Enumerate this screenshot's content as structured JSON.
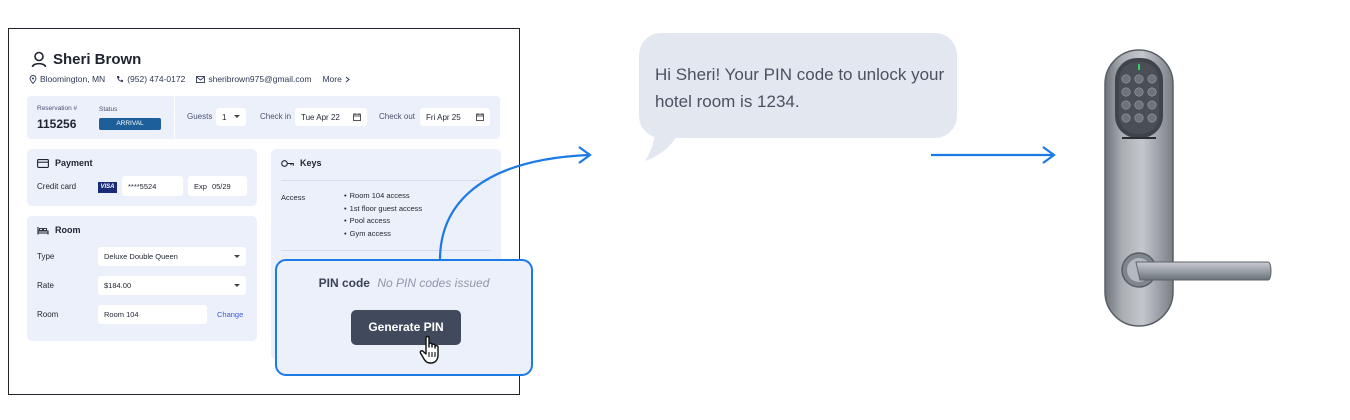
{
  "guest": {
    "name": "Sheri Brown",
    "location": "Bloomington, MN",
    "phone": "(952) 474-0172",
    "email": "sheribrown975@gmail.com",
    "more": "More"
  },
  "reservation": {
    "number_label": "Reservation #",
    "number": "115256",
    "status_label": "Status",
    "status": "ARRIVAL",
    "status_color": "#1d5f99",
    "guests_label": "Guests",
    "guests": "1",
    "checkin_label": "Check in",
    "checkin": "Tue Apr 22",
    "checkout_label": "Check out",
    "checkout": "Fri Apr 25"
  },
  "payment": {
    "title": "Payment",
    "credit_card_label": "Credit card",
    "card_brand": "VISA",
    "card_number": "****5524",
    "exp_label": "Exp",
    "exp": "05/29"
  },
  "room": {
    "title": "Room",
    "type_label": "Type",
    "type": "Deluxe Double Queen",
    "rate_label": "Rate",
    "rate": "$184.00",
    "room_label": "Room",
    "room": "Room 104",
    "change": "Change"
  },
  "keys": {
    "title": "Keys",
    "access_label": "Access",
    "access": [
      "Room 104 access",
      "1st floor guest access",
      "Pool access",
      "Gym access"
    ]
  },
  "pin": {
    "label": "PIN code",
    "status": "No PIN codes issued",
    "button": "Generate PIN"
  },
  "message": {
    "text": "Hi Sheri! Your PIN code to unlock your hotel room is 1234."
  },
  "colors": {
    "accent": "#1c7ae5",
    "card_bg": "#ecf0fb",
    "button_bg": "#404a5c",
    "bubble_bg": "#e3e8f0",
    "link": "#3b5bdb"
  },
  "icons": [
    "user-icon",
    "location-pin-icon",
    "phone-icon",
    "mail-icon",
    "chevron-right-icon",
    "calendar-icon",
    "credit-card-icon",
    "bed-icon",
    "key-icon",
    "hand-cursor-icon",
    "arrow-icon",
    "door-lock-icon"
  ]
}
